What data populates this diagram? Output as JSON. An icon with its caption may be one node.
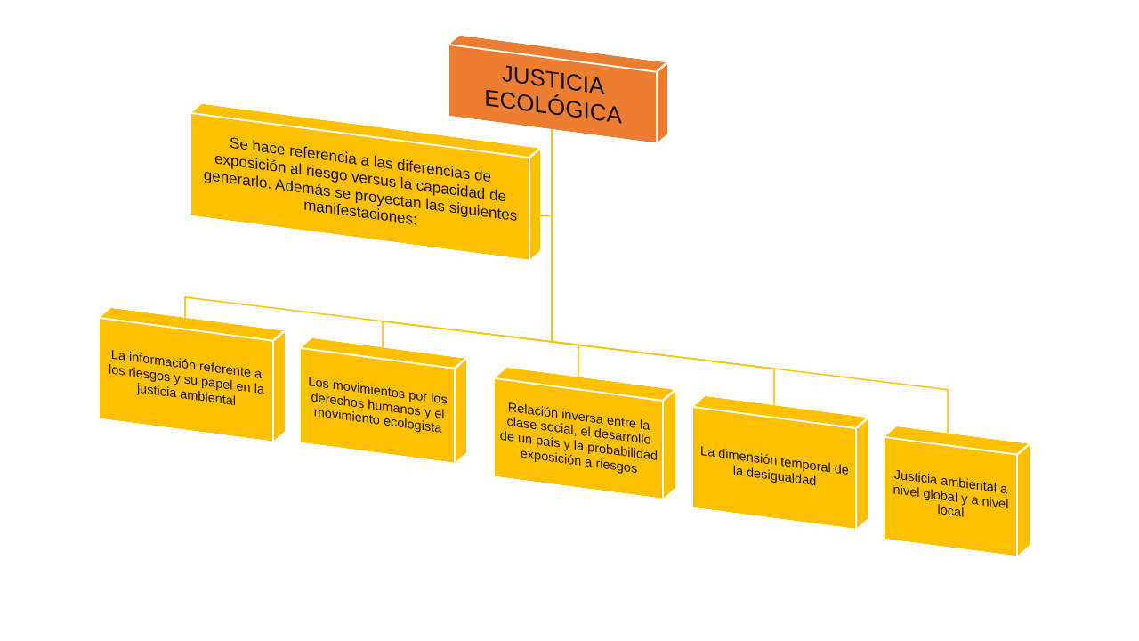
{
  "diagram": {
    "nodes": [
      {
        "text": [
          "JUSTICIA ECOLÓGICA"
        ]
      },
      {
        "text": [
          "Se hace referencia a las diferencias de exposición al riesgo versus la capacidad de generarlo. Además se proyectan las siguientes manifestaciones:"
        ]
      },
      {
        "text": [
          "La información referente a los riesgos y su papel en la justicia ambiental"
        ]
      },
      {
        "text": [
          "Los movimientos por los derechos humanos y el movimiento ecologista"
        ]
      },
      {
        "text": [
          "Relación inversa entre la clase social, el desarrollo de un país y la probabilidad exposición a riesgos"
        ]
      },
      {
        "text": [
          "La dimensión temporal de la desigualdad"
        ]
      },
      {
        "text": [
          "Justicia ambiental a nivel global y a nivel local"
        ]
      }
    ],
    "edges": [
      {
        "from": 0,
        "to": 1,
        "arrow": "none"
      },
      {
        "from": 0,
        "to": 2,
        "arrow": "none"
      },
      {
        "from": 0,
        "to": 3,
        "arrow": "none"
      },
      {
        "from": 0,
        "to": 4,
        "arrow": "none"
      },
      {
        "from": 0,
        "to": 5,
        "arrow": "none"
      },
      {
        "from": 0,
        "to": 6,
        "arrow": "none"
      }
    ]
  }
}
